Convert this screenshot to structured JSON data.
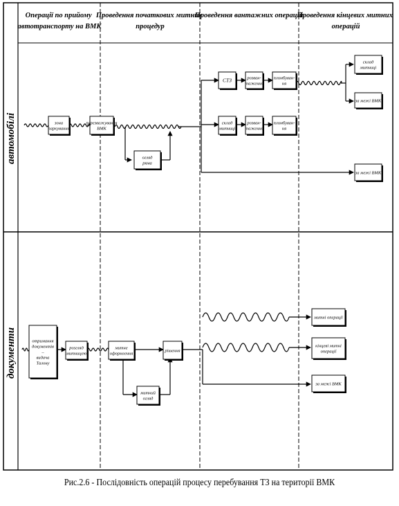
{
  "columns": [
    {
      "title_lines": [
        "Операції по прийому",
        "автотранспорту на ВМК"
      ]
    },
    {
      "title_lines": [
        "Проведення початкових митних",
        "процедур"
      ]
    },
    {
      "title_lines": [
        "Проведення вантажних операцій"
      ]
    },
    {
      "title_lines": [
        "Проведення кінцевих митних",
        "операцій"
      ]
    }
  ],
  "rows": {
    "vehicles": "автомобілі",
    "documents": "документи"
  },
  "vehicle_boxes": {
    "zone": [
      "зона",
      "паркування"
    ],
    "weigh": [
      "перезважування",
      "ВМК"
    ],
    "inspection": [
      "огляд",
      "ряма"
    ],
    "ctz": [
      "СТЗ"
    ],
    "unload1": [
      "розван-",
      "таження"
    ],
    "seal1": [
      "пломбуван-",
      "ня"
    ],
    "storage": [
      "склад",
      "митниці"
    ],
    "unload2": [
      "розван-",
      "таження"
    ],
    "seal2": [
      "пломбуван-",
      "ня"
    ],
    "customs_wh": [
      "склад",
      "митниці"
    ],
    "out1": [
      "за межі ВМК"
    ],
    "out2": [
      "за межі ВМК"
    ]
  },
  "document_boxes": {
    "receive": [
      "отримання",
      "документів",
      "–",
      "видача",
      "Талону"
    ],
    "review": [
      "розгляд",
      "митницею"
    ],
    "clearance": [
      "митне",
      "оформлення"
    ],
    "inspect": [
      "митний",
      "огляд"
    ],
    "decision": [
      "рішення"
    ],
    "customs_ops": [
      "митні операції"
    ],
    "final_ops": [
      "кінцеві митні",
      "операції"
    ],
    "out": [
      "за межі ВМК"
    ]
  },
  "caption": "Рис.2.6 - Послідовність операцій процесу перебування ТЗ на території ВМК"
}
